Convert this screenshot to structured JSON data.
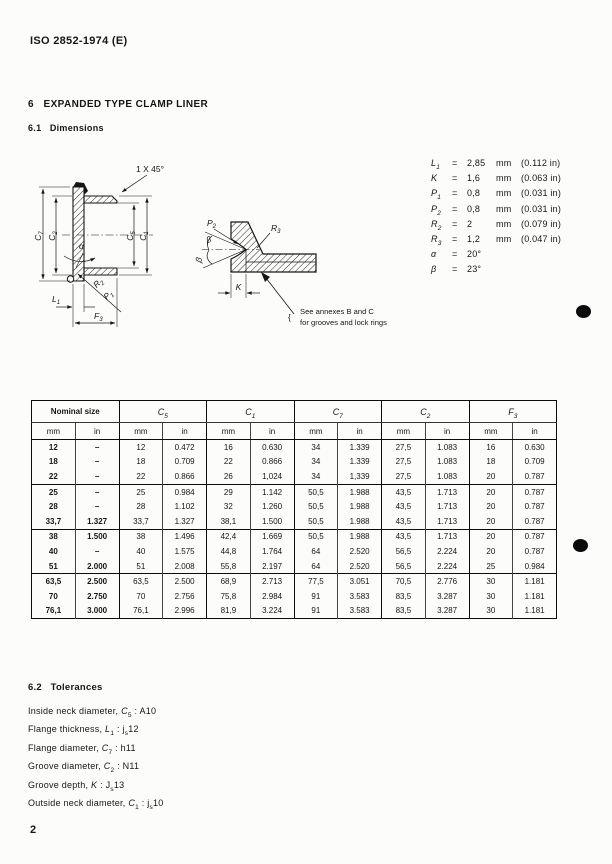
{
  "page": {
    "header": "ISO 2852-1974 (E)",
    "page_number": "2"
  },
  "sections": {
    "main": "6   EXPANDED TYPE CLAMP LINER",
    "dimensions": "6.1   Dimensions",
    "tolerances": "6.2   Tolerances"
  },
  "figure": {
    "chamfer_label": "1 X 45°",
    "labels": {
      "c7": [
        "C",
        "7"
      ],
      "c2": [
        "C",
        "2"
      ],
      "c5": [
        "C",
        "5"
      ],
      "c1": [
        "C",
        "1"
      ],
      "alpha": "α",
      "r2": [
        "R",
        "2"
      ],
      "p1": [
        "P",
        "1"
      ],
      "l1": [
        "L",
        "1"
      ],
      "f3": [
        "F",
        "3"
      ],
      "p2": [
        "P",
        "2"
      ],
      "r3": [
        "R",
        "3"
      ],
      "beta_upper": "β",
      "beta_lower": "β",
      "k": "K"
    },
    "note": [
      "See annexes B and C",
      "for grooves and lock rings"
    ]
  },
  "dimension_list": [
    {
      "sym": "L",
      "sub": "1",
      "value": "2,85",
      "unit": "mm",
      "inch": "(0.112 in)"
    },
    {
      "sym": "K",
      "sub": "",
      "value": "1,6",
      "unit": "mm",
      "inch": "(0.063 in)"
    },
    {
      "sym": "P",
      "sub": "1",
      "value": "0,8",
      "unit": "mm",
      "inch": "(0.031 in)"
    },
    {
      "sym": "P",
      "sub": "2",
      "value": "0,8",
      "unit": "mm",
      "inch": "(0.031 in)"
    },
    {
      "sym": "R",
      "sub": "2",
      "value": "2",
      "unit": "mm",
      "inch": "(0.079 in)"
    },
    {
      "sym": "R",
      "sub": "3",
      "value": "1,2",
      "unit": "mm",
      "inch": "(0.047 in)"
    },
    {
      "sym": "α",
      "sub": "",
      "value": "20°",
      "unit": "",
      "inch": ""
    },
    {
      "sym": "β",
      "sub": "",
      "value": "23°",
      "unit": "",
      "inch": ""
    }
  ],
  "table": {
    "groups_header": [
      {
        "label": "Nominal size",
        "sym": "",
        "sub": ""
      },
      {
        "label": "",
        "sym": "C",
        "sub": "5"
      },
      {
        "label": "",
        "sym": "C",
        "sub": "1"
      },
      {
        "label": "",
        "sym": "C",
        "sub": "7"
      },
      {
        "label": "",
        "sym": "C",
        "sub": "2"
      },
      {
        "label": "",
        "sym": "F",
        "sub": "3"
      }
    ],
    "unit_row": [
      "mm",
      "in",
      "mm",
      "in",
      "mm",
      "in",
      "mm",
      "in",
      "mm",
      "in",
      "mm",
      "in"
    ],
    "body": [
      [
        [
          "12",
          "–",
          "12",
          "0.472",
          "16",
          "0.630",
          "34",
          "1.339",
          "27,5",
          "1.083",
          "16",
          "0.630"
        ],
        [
          "18",
          "–",
          "18",
          "0.709",
          "22",
          "0.866",
          "34",
          "1.339",
          "27,5",
          "1.083",
          "18",
          "0.709"
        ],
        [
          "22",
          "–",
          "22",
          "0.866",
          "26",
          "1,024",
          "34",
          "1,339",
          "27,5",
          "1.083",
          "20",
          "0.787"
        ]
      ],
      [
        [
          "25",
          "–",
          "25",
          "0.984",
          "29",
          "1.142",
          "50,5",
          "1.988",
          "43,5",
          "1.713",
          "20",
          "0.787"
        ],
        [
          "28",
          "–",
          "28",
          "1.102",
          "32",
          "1.260",
          "50,5",
          "1.988",
          "43,5",
          "1.713",
          "20",
          "0.787"
        ],
        [
          "33,7",
          "1.327",
          "33,7",
          "1.327",
          "38,1",
          "1.500",
          "50,5",
          "1.988",
          "43,5",
          "1.713",
          "20",
          "0.787"
        ]
      ],
      [
        [
          "38",
          "1.500",
          "38",
          "1.496",
          "42,4",
          "1.669",
          "50,5",
          "1.988",
          "43,5",
          "1.713",
          "20",
          "0.787"
        ],
        [
          "40",
          "–",
          "40",
          "1.575",
          "44,8",
          "1.764",
          "64",
          "2.520",
          "56,5",
          "2.224",
          "20",
          "0.787"
        ],
        [
          "51",
          "2.000",
          "51",
          "2.008",
          "55,8",
          "2.197",
          "64",
          "2.520",
          "56,5",
          "2.224",
          "25",
          "0.984"
        ]
      ],
      [
        [
          "63,5",
          "2.500",
          "63,5",
          "2.500",
          "68,9",
          "2.713",
          "77,5",
          "3.051",
          "70,5",
          "2.776",
          "30",
          "1.181"
        ],
        [
          "70",
          "2.750",
          "70",
          "2.756",
          "75,8",
          "2.984",
          "91",
          "3.583",
          "83,5",
          "3.287",
          "30",
          "1.181"
        ],
        [
          "76,1",
          "3.000",
          "76,1",
          "2.996",
          "81,9",
          "3.224",
          "91",
          "3.583",
          "83,5",
          "3.287",
          "30",
          "1.181"
        ]
      ]
    ]
  },
  "tolerances": [
    {
      "label": "Inside neck diameter,",
      "sym": "C",
      "symsub": "5",
      "tol": "A10",
      "tolsub": "",
      "tolrest": ""
    },
    {
      "label": "Flange thickness,",
      "sym": "L",
      "symsub": "1",
      "tol": "j",
      "tolsub": "s",
      "tolrest": "12"
    },
    {
      "label": "Flange diameter,",
      "sym": "C",
      "symsub": "7",
      "tol": "h11",
      "tolsub": "",
      "tolrest": ""
    },
    {
      "label": "Groove diameter,",
      "sym": "C",
      "symsub": "2",
      "tol": "N11",
      "tolsub": "",
      "tolrest": ""
    },
    {
      "label": "Groove depth,",
      "sym": "K",
      "symsub": "",
      "tol": "J",
      "tolsub": "s",
      "tolrest": "13"
    },
    {
      "label": "Outside neck diameter,",
      "sym": "C",
      "symsub": "1",
      "tol": "j",
      "tolsub": "s",
      "tolrest": "10"
    }
  ]
}
